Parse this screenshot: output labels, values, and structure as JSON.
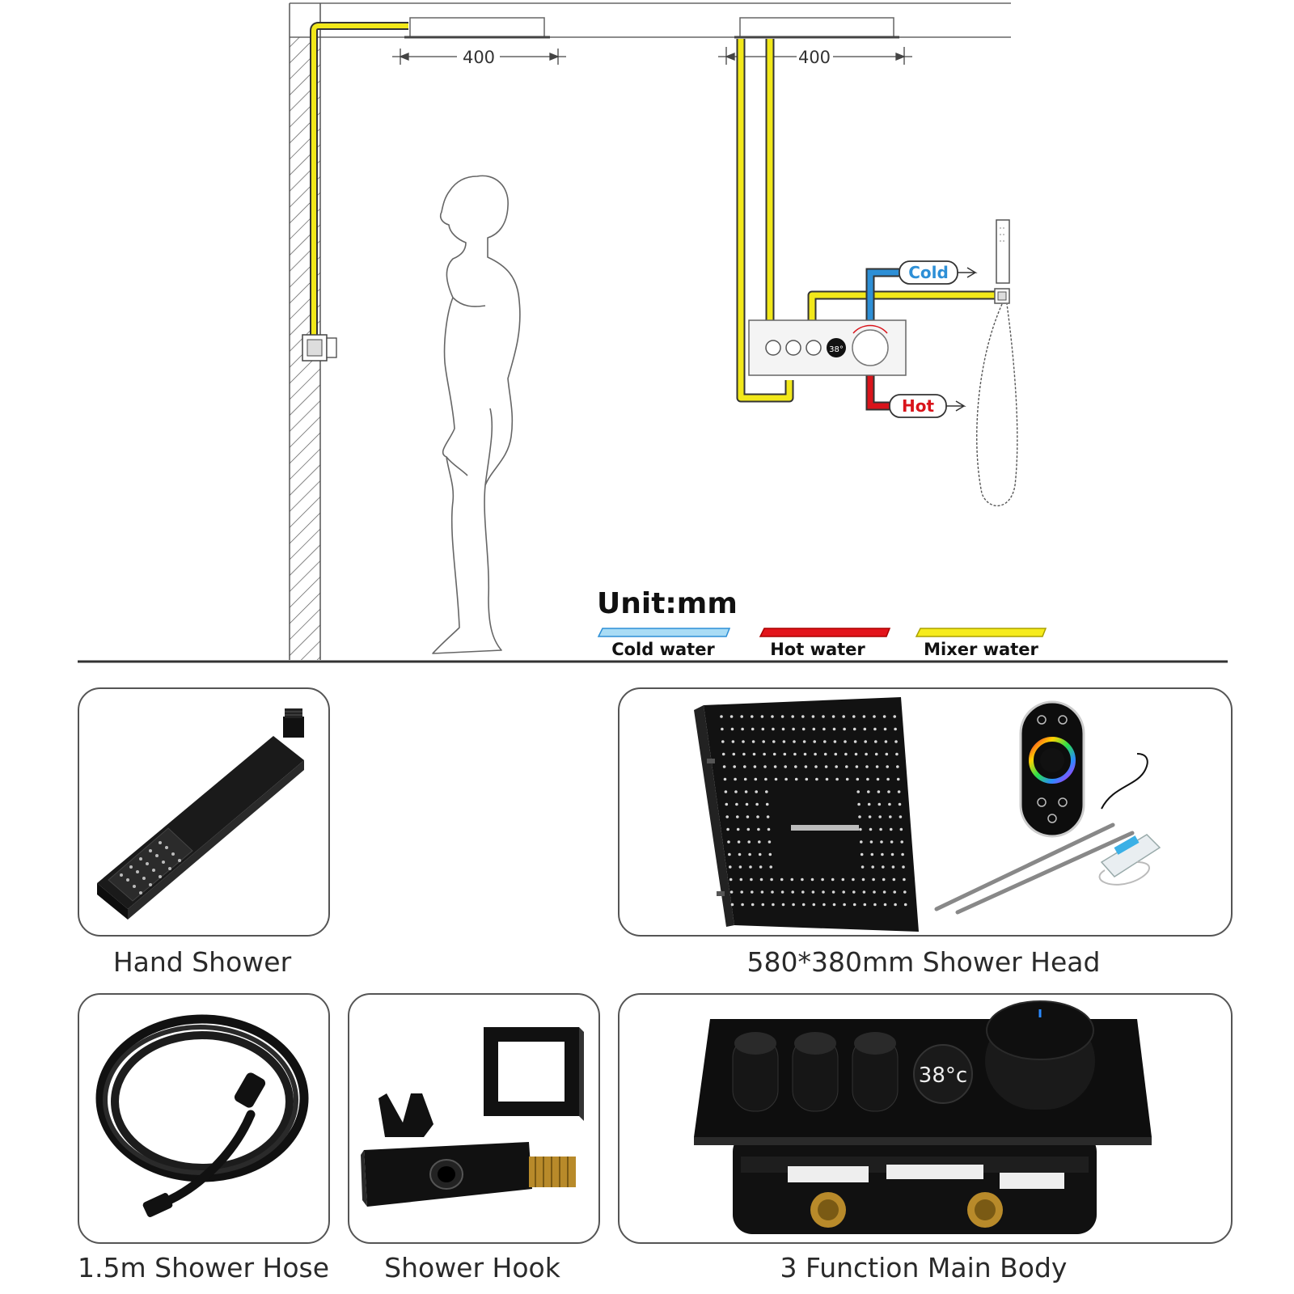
{
  "diagram": {
    "dimension_left": "400",
    "dimension_right": "400",
    "label_cold": "Cold",
    "label_hot": "Hot",
    "mixer_display": "38°",
    "unit": "Unit:mm",
    "legend": [
      {
        "label": "Cold water",
        "color": "#a9dcf5"
      },
      {
        "label": "Hot water",
        "color": "#e3141b"
      },
      {
        "label": "Mixer water",
        "color": "#f6ec1c"
      }
    ]
  },
  "products": {
    "hand_shower": "Hand Shower",
    "shower_head": "580*380mm Shower Head",
    "shower_hose": "1.5m Shower Hose",
    "shower_hook": "Shower Hook",
    "main_body": "3 Function Main Body",
    "main_body_display": "38°c"
  },
  "colors": {
    "cold": "#2d8fd6",
    "hot": "#d9141b",
    "mixer": "#f2e81a",
    "product_black": "#141414"
  }
}
